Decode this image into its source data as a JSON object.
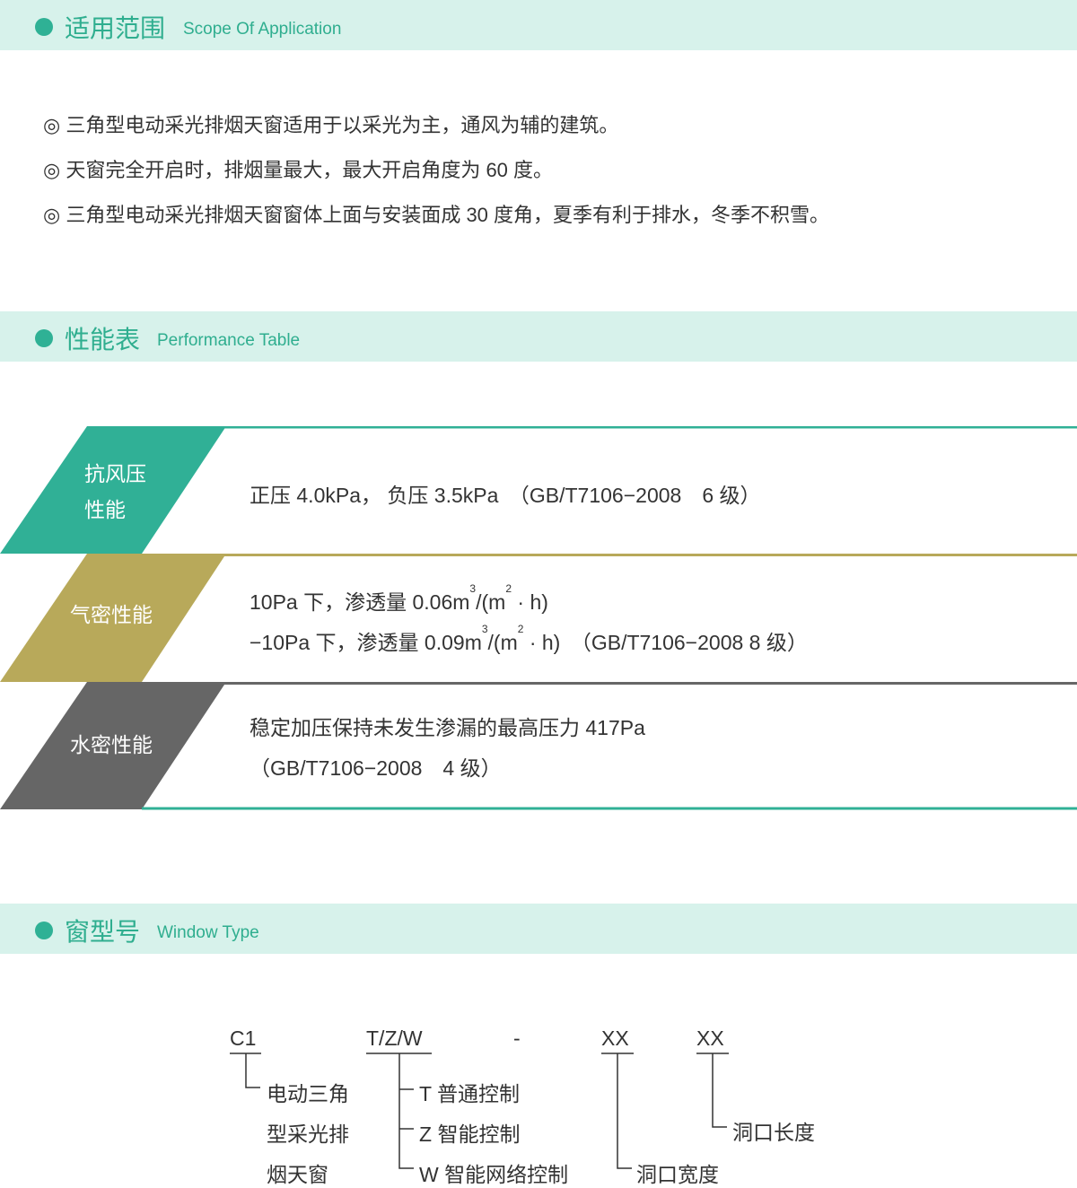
{
  "sections": {
    "scope": {
      "zh": "适用范围",
      "en": "Scope Of Application"
    },
    "performance": {
      "zh": "性能表",
      "en": "Performance Table"
    },
    "window_type": {
      "zh": "窗型号",
      "en": "Window Type"
    }
  },
  "bullet_symbol": "◎",
  "scope_items": [
    "三角型电动采光排烟天窗适用于以采光为主，通风为辅的建筑。",
    "天窗完全开启时，排烟量最大，最大开启角度为 60 度。",
    "三角型电动采光排烟天窗窗体上面与安装面成 30 度角，夏季有利于排水，冬季不积雪。"
  ],
  "performance_rows": [
    {
      "label1": "抗风压",
      "label2": "性能",
      "line1": "正压 4.0kPa， 负压 3.5kPa　（GB/T7106−2008　6 级）",
      "color": "#30b096"
    },
    {
      "label1": "气密性能",
      "l2a": "10Pa 下，渗透量 0.06m",
      "l2b": "/(m",
      "l2c": " · h)",
      "l3a": "−10Pa 下，渗透量 0.09m",
      "l3b": "/(m",
      "l3c": " · h)　（GB/T7106−2008  8 级）",
      "sup3": "3",
      "sup2": "2",
      "color": "#b8a95a"
    },
    {
      "label1": "水密性能",
      "line1": "稳定加压保持未发生渗漏的最高压力 417Pa",
      "line2": "（GB/T7106−2008　4 级）",
      "color": "#666666"
    }
  ],
  "window_type": {
    "codes": [
      "C1",
      "T/Z/W",
      "-",
      "XX",
      "XX"
    ],
    "c1_desc": [
      "电动三角",
      "型采光排",
      "烟天窗"
    ],
    "control": [
      "T 普通控制",
      "Z 智能控制",
      "W 智能网络控制"
    ],
    "width": "洞口宽度",
    "length": "洞口长度"
  }
}
